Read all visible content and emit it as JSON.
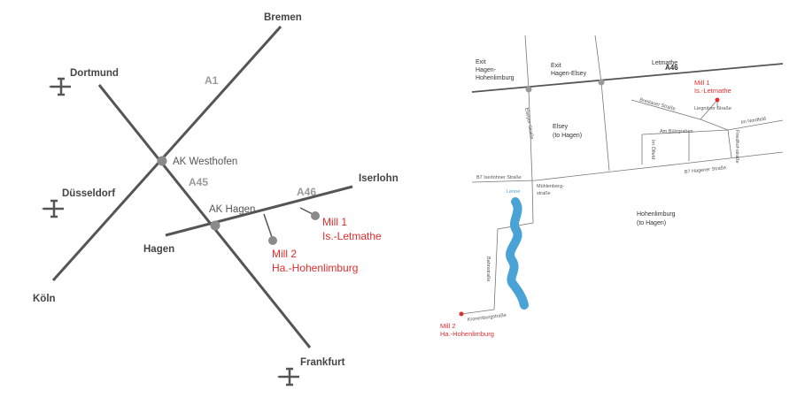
{
  "overview_map": {
    "cities": {
      "bremen": "Bremen",
      "dortmund": "Dortmund",
      "duesseldorf": "Düsseldorf",
      "koeln": "Köln",
      "iserlohn": "Iserlohn",
      "hagen": "Hagen",
      "frankfurt": "Frankfurt"
    },
    "highways": {
      "a1": "A1",
      "a45": "A45",
      "a46": "A46"
    },
    "junctions": {
      "westhofen": "AK Westhofen",
      "hagen": "AK Hagen"
    },
    "mill1": {
      "line1": "Mill 1",
      "line2": "Is.-Letmathe"
    },
    "mill2": {
      "line1": "Mill 2",
      "line2": "Ha.-Hohenlimburg"
    },
    "airport_icon": "airplane-icon"
  },
  "detail_map": {
    "letmathe": "Letmathe",
    "a46": "A46",
    "exit_hohenlimburg": [
      "Exit",
      "Hagen-",
      "Hohenlimburg"
    ],
    "exit_elsey": [
      "Exit",
      "Hagen-Elsey"
    ],
    "mill1": {
      "line1": "Mill 1",
      "line2": "Is.-Letmathe"
    },
    "mill2": {
      "line1": "Mill 2",
      "line2": "Ha.-Hohenlimburg"
    },
    "elsey": [
      "Elsey",
      "(to Hagen)"
    ],
    "hohenlimburg": [
      "Hohenlimburg",
      "(to Hagen)"
    ],
    "streets": {
      "breslauer": "Breslauer Straße",
      "liegnitzer": "Liegnitzer Straße",
      "nordfeld": "Im Nordfeld",
      "buelzgraben": "Am Bülzgraben",
      "oelfeld": "Im Ölfeld",
      "friedhofstrasse": "Friedhof-straße",
      "elseyer": "Elseyer Straße",
      "b7_iserlohner": "B7 Iserlohner Straße",
      "b7_hagener": "B7 Hagener Straße",
      "muehlenberg": [
        "Mühlenberg-",
        "straße"
      ],
      "bahnstrasse": "Bahnstraße",
      "kronenburg": "Kronenburgstraße"
    },
    "river": "Lenne"
  }
}
